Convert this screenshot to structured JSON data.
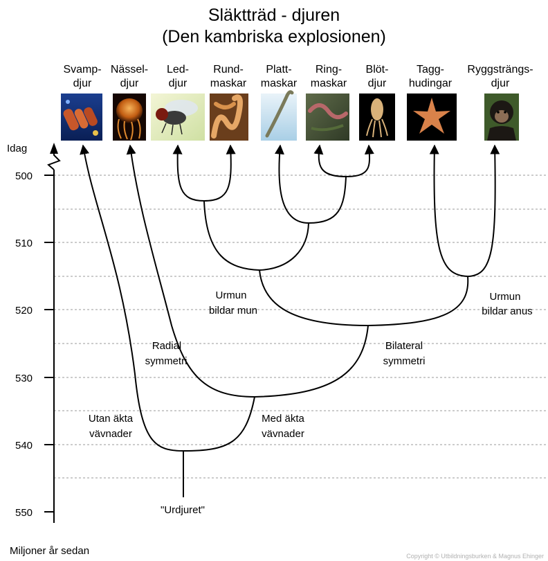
{
  "title": {
    "line1": "Släktträd - djuren",
    "line2": "(Den kambriska explosionen)"
  },
  "groups": [
    {
      "line1": "Svamp-",
      "line2": "djur",
      "image": "sponge-photo"
    },
    {
      "line1": "Nässel-",
      "line2": "djur",
      "image": "jellyfish-photo"
    },
    {
      "line1": "Led-",
      "line2": "djur",
      "image": "fly-photo"
    },
    {
      "line1": "Rund-",
      "line2": "maskar",
      "image": "roundworm-photo"
    },
    {
      "line1": "Platt-",
      "line2": "maskar",
      "image": "flatworm-photo"
    },
    {
      "line1": "Ring-",
      "line2": "maskar",
      "image": "earthworm-photo"
    },
    {
      "line1": "Blöt-",
      "line2": "djur",
      "image": "squid-photo"
    },
    {
      "line1": "Tagg-",
      "line2": "hudingar",
      "image": "starfish-photo"
    },
    {
      "line1": "Ryggsträngs-",
      "line2": "djur",
      "image": "chimpanzee-photo"
    }
  ],
  "axis": {
    "top_label": "Idag",
    "ticks": [
      "500",
      "510",
      "520",
      "530",
      "540",
      "550"
    ],
    "unit_label": "Miljoner år sedan"
  },
  "annotations": {
    "urmun_mun": {
      "line1": "Urmun",
      "line2": "bildar mun"
    },
    "urmun_anus": {
      "line1": "Urmun",
      "line2": "bildar anus"
    },
    "radial": {
      "line1": "Radial",
      "line2": "symmetri"
    },
    "bilateral": {
      "line1": "Bilateral",
      "line2": "symmetri"
    },
    "utan": {
      "line1": "Utan äkta",
      "line2": "vävnader"
    },
    "med": {
      "line1": "Med äkta",
      "line2": "vävnader"
    },
    "root": "\"Urdjuret\""
  },
  "copyright": "Copyright © Utbildningsburken & Magnus Ehinger"
}
